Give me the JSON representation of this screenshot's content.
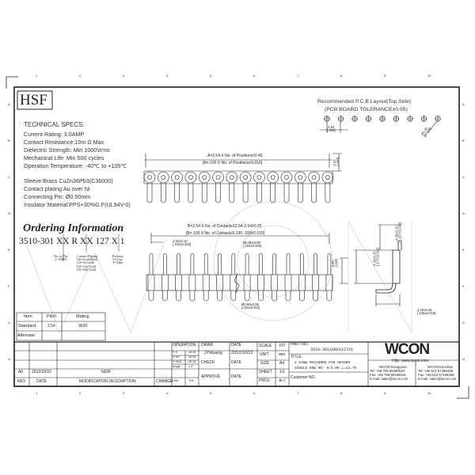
{
  "header": {
    "logo": "HSF"
  },
  "specs": {
    "heading": "TECHNICAL SPECS:",
    "lines": [
      "Current Rating: 3.0AMP",
      "Contact Resistance:10m Ω Max",
      "Dielectric Strength: Min 1000Vrms",
      "Mechanical Life: Min 500 cycles",
      "Operation Temperature: -40℃ to +105℃"
    ],
    "materials": [
      "Sleeve:Brass CuZn36Pb3(C36000)",
      "Contact plating:Au over Ni",
      "Connecting Pin: Ø0.50mm",
      "Insulator Material:PPS+30%G.F(UL94V-0)"
    ]
  },
  "ordering": {
    "title": "Ordering Information",
    "code": "3510-301 XX R XX 127 X 1",
    "notes": [
      [
        "No. of Pin",
        "2~50PIN"
      ],
      [
        "Contact Plating",
        "G0=Gold Flash",
        "G3=3u\"Gold",
        "G4=15u\"Gold",
        "G5=30u\"Gold"
      ],
      [
        "Packing",
        "A=Tray",
        "T=Tube"
      ]
    ]
  },
  "pcb": {
    "title": "Recommended P.C.B Layout(Top Side)",
    "tolerance": "(PCB BOARD TOLERANCE±0.05)",
    "pitch": "2.54",
    "pitch_in": "[.100]",
    "hole": "Ø1.00",
    "hole_in": "[Ø.039]"
  },
  "dims": {
    "a": "A=2.54 X No. of Positions±0.40",
    "a_in": "[A=.100 X No. of Positions±0.016]",
    "h": "2.54",
    "h_in": "[.100]",
    "b": "B=2.54 X No. of ContactsX2.54-2.54±0.25",
    "b_in": "[B=.100 X No. of ContactsX.100-.100±0.010]",
    "p": "2.54±0.10",
    "p_in": "[.100±0.004]",
    "pin": "Ø0.50±0.05",
    "pin_in": "[.020±0.002]",
    "sl": "Ø0.60±0.05",
    "sl_in": "[.024±0.002]",
    "body": "3.00",
    "body_in": "[.118]",
    "s1": "4.50±0.25",
    "s1_in": "[.177±0.010]",
    "s2": "4.00±0.15",
    "s2_in": "[.157±0.006]",
    "s3": "3.20±0.25",
    "s3_in": "[.126±0.010]"
  },
  "pitch_table": {
    "headers": [
      "Item",
      "Pitch",
      "Mating"
    ],
    "rows": [
      [
        "Standard",
        "2.54",
        "3520"
      ],
      [
        "Alternate",
        "",
        ""
      ]
    ]
  },
  "title_block": {
    "rev_row": [
      "A0",
      "2012/10/22",
      "NEW"
    ],
    "rev_headers": [
      "REV",
      "DATE",
      "MODIFICATION  DESCRIPTION",
      "CHANGE"
    ],
    "operation": "OPERATION",
    "tol": [
      [
        "X.X",
        "±0.40"
      ],
      [
        "X.XX",
        "±0.25"
      ],
      [
        "X.XXX",
        "±0.15"
      ],
      [
        "Angle",
        "± 3°"
      ],
      [
        "DIM",
        "TOL"
      ]
    ],
    "draw": "DRAW",
    "drawer": "JYHuang",
    "check": "CHECK",
    "approve": "APPROVE",
    "date": "DATE",
    "draw_date": "2012/10/22",
    "scale": [
      "SCALE",
      "FIT"
    ],
    "unit": [
      "UNIT",
      "mm"
    ],
    "size": [
      "SIZE",
      "A4"
    ],
    "sheet": [
      "SHEET",
      "1/1"
    ],
    "proj": [
      "PROJ.",
      "⊕◁"
    ],
    "part_label": "PART NO.",
    "part_no": "3510-301XXRXX127X1",
    "title_label": "TITLE:",
    "title1": "2.54mm MACHINED PIN HEADER",
    "title2": "SINGLE ROW 90° H=3.00 L=12.75",
    "customer": "Customer NO.",
    "brand": "WCON",
    "http": "Http: www.wcon.com",
    "office1": [
      "WCON-Dongguan",
      "Tel: +86 769 85358920",
      "Fax: +86 769 85358915",
      "E-mail: sales@wcon.com"
    ],
    "office2": [
      "WCON-Kunshan",
      "Tel: +86 512 57468408",
      "Fax: +86 512 57468468",
      "E-mail: sales@wcon.com"
    ]
  },
  "ruler": [
    "1",
    "2",
    "3",
    "4",
    "5",
    "6",
    "7",
    "8",
    "9",
    "10"
  ],
  "side_letters": [
    "A",
    "B",
    "C",
    "D",
    "E",
    "F",
    "G",
    "H"
  ]
}
